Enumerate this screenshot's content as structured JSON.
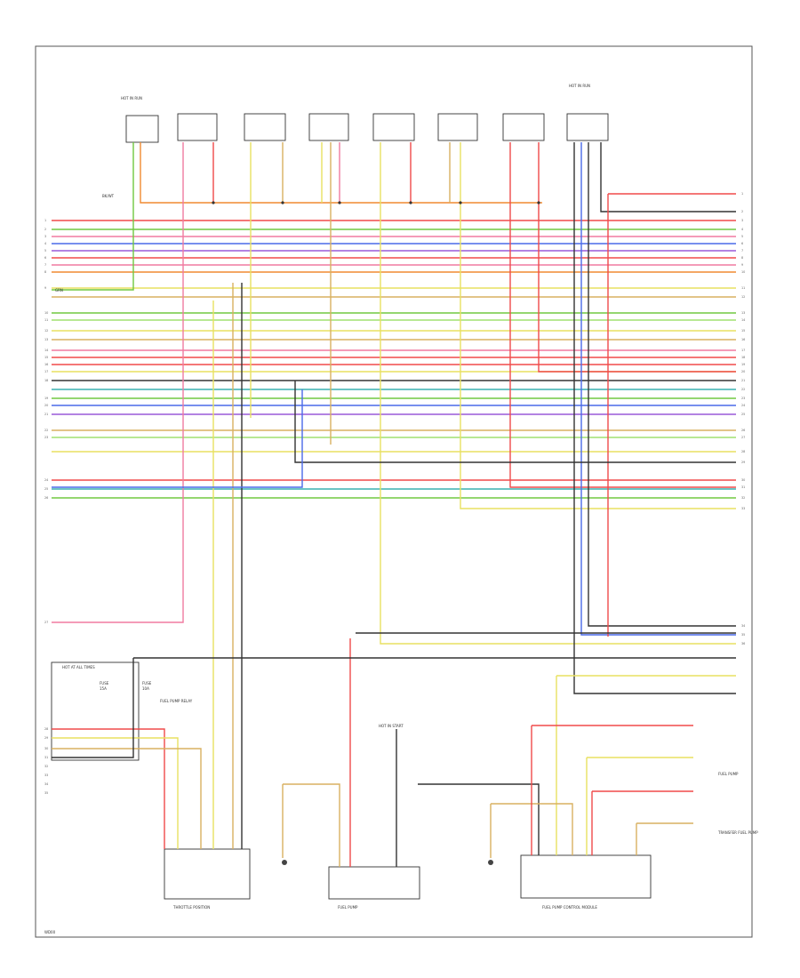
{
  "page_id": "WD00",
  "colors": {
    "red": "#f04a4a",
    "pink": "#f07aa0",
    "orange": "#f08a30",
    "yellow": "#e8e060",
    "green": "#70c840",
    "blue": "#4a6ae8",
    "violet": "#9a5ad8",
    "grey": "#888888",
    "black": "#333333",
    "brown": "#9a6a3a",
    "magenta": "#e050e0",
    "tan": "#d8b060",
    "teal": "#3ab0b0",
    "lightgreen": "#a0e070"
  },
  "left_pins": [
    "1",
    "2",
    "3",
    "4",
    "5",
    "6",
    "7",
    "8",
    "9",
    "10",
    "11",
    "12",
    "13",
    "14",
    "15",
    "16",
    "17",
    "18",
    "19",
    "20",
    "21",
    "22",
    "23",
    "24",
    "25",
    "26",
    "27",
    "28",
    "29",
    "30",
    "31",
    "32",
    "33",
    "34",
    "35"
  ],
  "right_pins": [
    "1",
    "2",
    "3",
    "4",
    "5",
    "6",
    "7",
    "8",
    "9",
    "10",
    "11",
    "12",
    "13",
    "14",
    "15",
    "16",
    "17",
    "18",
    "19",
    "20",
    "21",
    "22",
    "23",
    "24",
    "25",
    "26",
    "27",
    "28",
    "29",
    "30",
    "31",
    "32",
    "33",
    "34",
    "35",
    "36"
  ],
  "labels": {
    "top_tag": "BK/WT",
    "ground_tag": "GRN",
    "fuse_box": "HOT AT ALL TIMES",
    "fuse1": "FUSE",
    "fuse2": "FUSE",
    "fuse_amp1": "15A",
    "fuse_amp2": "10A",
    "fuse_relay": "FUEL PUMP RELAY",
    "throttle": "THROTTLE POSITION",
    "fuel_pump": "FUEL PUMP",
    "fuel_pump2": "FUEL PUMP",
    "transfer": "TRANSFER FUEL PUMP",
    "fuel_module": "FUEL PUMP CONTROL MODULE",
    "hot_start": "HOT IN START",
    "hot_run": "HOT IN RUN",
    "hot_run2": "HOT IN RUN"
  }
}
